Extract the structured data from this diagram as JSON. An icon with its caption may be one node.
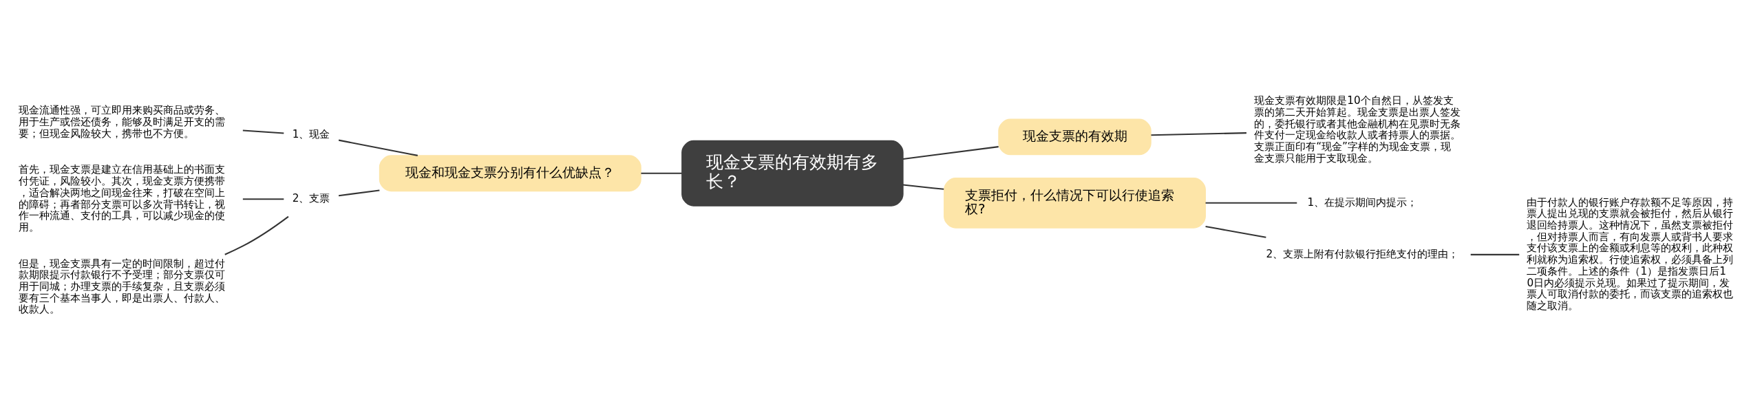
{
  "diagram": {
    "nodes": [
      {
        "text": [
          "现金支票的有效期有多长？"
        ]
      },
      {
        "text": [
          "现金支票的有效期"
        ]
      },
      {
        "text": [
          "现金支票有效期限是10个自然日，从签发支票的第二天开始算起。现金支票是出票人签发的，委托银行或者其他金融机构在见票时无条件支付一定现金给收款人或者持票人的票据。支票正面印有“现金”字样的为现金支票，现金支票只能用于支取现金。"
        ]
      },
      {
        "text": [
          "支票拒付，什么情况下可以行使追索权?"
        ]
      },
      {
        "text": [
          "1、在提示期间内提示；"
        ]
      },
      {
        "text": [
          "2、支票上附有付款银行拒绝支付的理由；"
        ]
      },
      {
        "text": [
          "由于付款人的银行账户存款额不足等原因，持票人提出兑现的支票就会被拒付，然后从银行退回给持票人。这种情况下，虽然支票被拒付，但对持票人而言，有向发票人或背书人要求支付该支票上的金额或利息等的权利，此种权利就称为追索权。行使追索权，必须具备上列二项条件。上述的条件（1）是指发票日后10日内必须提示兑现。如果过了提示期间，发票人可取消付款的委托，而该支票的追索权也随之取消。"
        ]
      },
      {
        "text": [
          "现金和现金支票分别有什么优缺点？"
        ]
      },
      {
        "text": [
          "1、现金"
        ]
      },
      {
        "text": [
          "现金流通性强，可立即用来购买商品或劳务、用于生产或偿还债务，能够及时满足开支的需要；但现金风险较大，携带也不方便。"
        ]
      },
      {
        "text": [
          "2、支票"
        ]
      },
      {
        "text": [
          "首先，现金支票是建立在信用基础上的书面支付凭证，风险较小。其次，现金支票方便携带，适合解决两地之间现金往来，打破在空间上的障碍；再者部分支票可以多次背书转让，视作一种流通、支付的工具，可以减少现金的使用。"
        ]
      },
      {
        "text": [
          "但是，现金支票具有一定的时间限制，超过付款期限提示付款银行不予受理；部分支票仅可用于同城；办理支票的手续复杂，且支票必须要有三个基本当事人，即是出票人、付款人、收款人。"
        ]
      }
    ],
    "edges": [
      {
        "from": 0,
        "to": 1,
        "arrow": "none"
      },
      {
        "from": 1,
        "to": 2,
        "arrow": "none"
      },
      {
        "from": 0,
        "to": 3,
        "arrow": "none"
      },
      {
        "from": 3,
        "to": 4,
        "arrow": "none"
      },
      {
        "from": 3,
        "to": 5,
        "arrow": "none"
      },
      {
        "from": 5,
        "to": 6,
        "arrow": "none"
      },
      {
        "from": 7,
        "to": 0,
        "arrow": "none"
      },
      {
        "from": 8,
        "to": 7,
        "arrow": "none"
      },
      {
        "from": 9,
        "to": 8,
        "arrow": "none"
      },
      {
        "from": 10,
        "to": 7,
        "arrow": "none"
      },
      {
        "from": 11,
        "to": 10,
        "arrow": "none"
      },
      {
        "from": 12,
        "to": 10,
        "arrow": "none"
      }
    ]
  }
}
